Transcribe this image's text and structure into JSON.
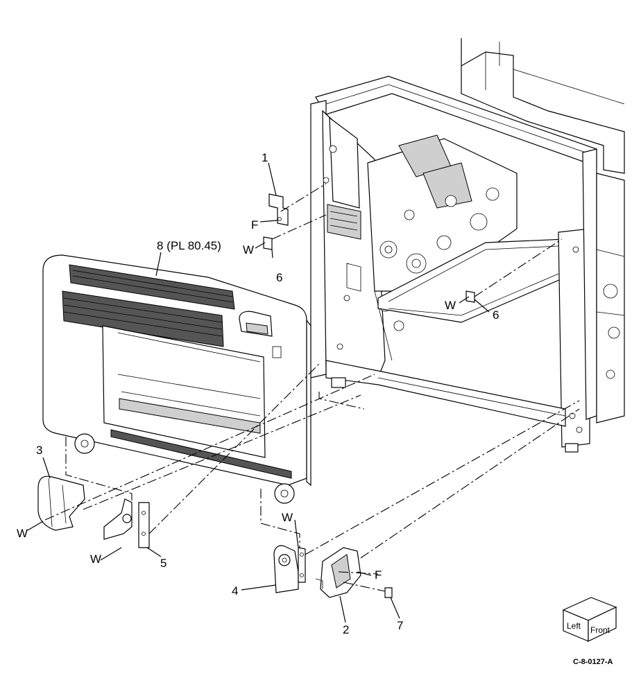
{
  "callouts": {
    "part_1": "1",
    "part_2": "2",
    "part_3": "3",
    "part_4": "4",
    "part_5": "5",
    "part_6_left": "6",
    "part_6_right": "6",
    "part_7": "7",
    "part_8": "8 (PL 80.45)"
  },
  "screw_labels": {
    "f_upper": "F",
    "f_lower": "F",
    "w_bracket_left": "W",
    "w_bracket_right": "W",
    "w_hinge_left": "W",
    "w_hinge_mid": "W",
    "w_hinge_right": "W"
  },
  "orientation_cube": {
    "left": "Left",
    "front": "Front"
  },
  "figure_id": "C-8-0127-A"
}
